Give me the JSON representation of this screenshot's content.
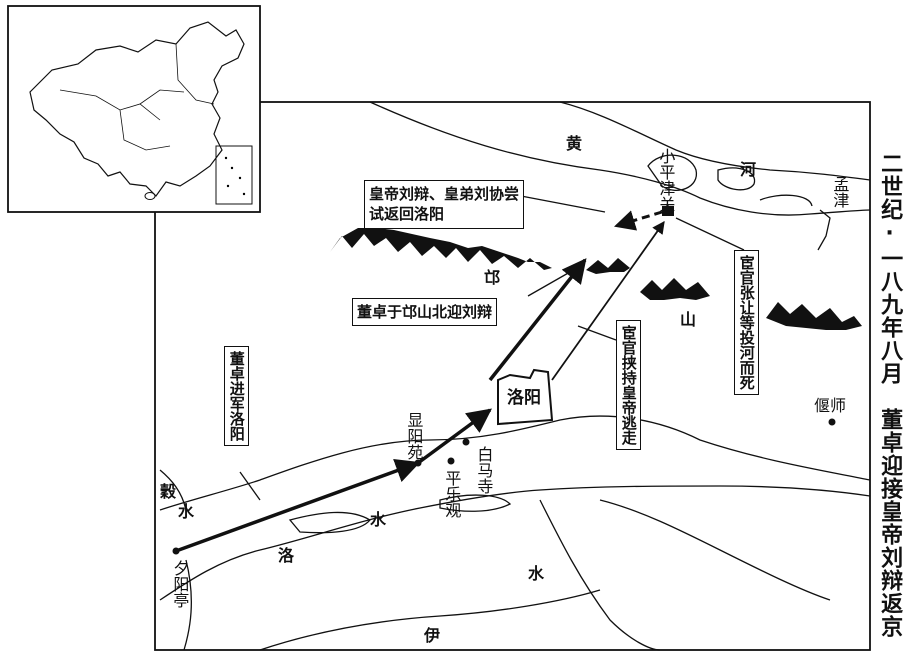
{
  "title": "二世纪·一八九年八月　董卓迎接皇帝刘辩返京",
  "rivers": {
    "huang": "黄",
    "he": "河",
    "gu": "穀",
    "gu_shui": "水",
    "luo": "洛",
    "luo_shui": "水",
    "yi": "伊",
    "yi_shui": "水"
  },
  "mountains": {
    "mang": "邙",
    "shan": "山"
  },
  "places": {
    "xiaopingjin": "小平津关",
    "mengjin": "孟津",
    "yanshi": "偃师",
    "luoyang": "洛阳",
    "xianyangyuan": "显阳苑",
    "pingleguan": "平乐观",
    "baimasi": "白马寺",
    "xiyangting": "夕阳亭"
  },
  "callouts": {
    "return_attempt": "皇帝刘辩、皇弟刘协尝试返回洛阳",
    "meet_north": "董卓于邙山北迎刘辩",
    "eunuch_river": "宦官张让等投河而死",
    "eunuch_escape": "宦官挟持皇帝逃走",
    "dong_advance": "董卓进军洛阳"
  }
}
